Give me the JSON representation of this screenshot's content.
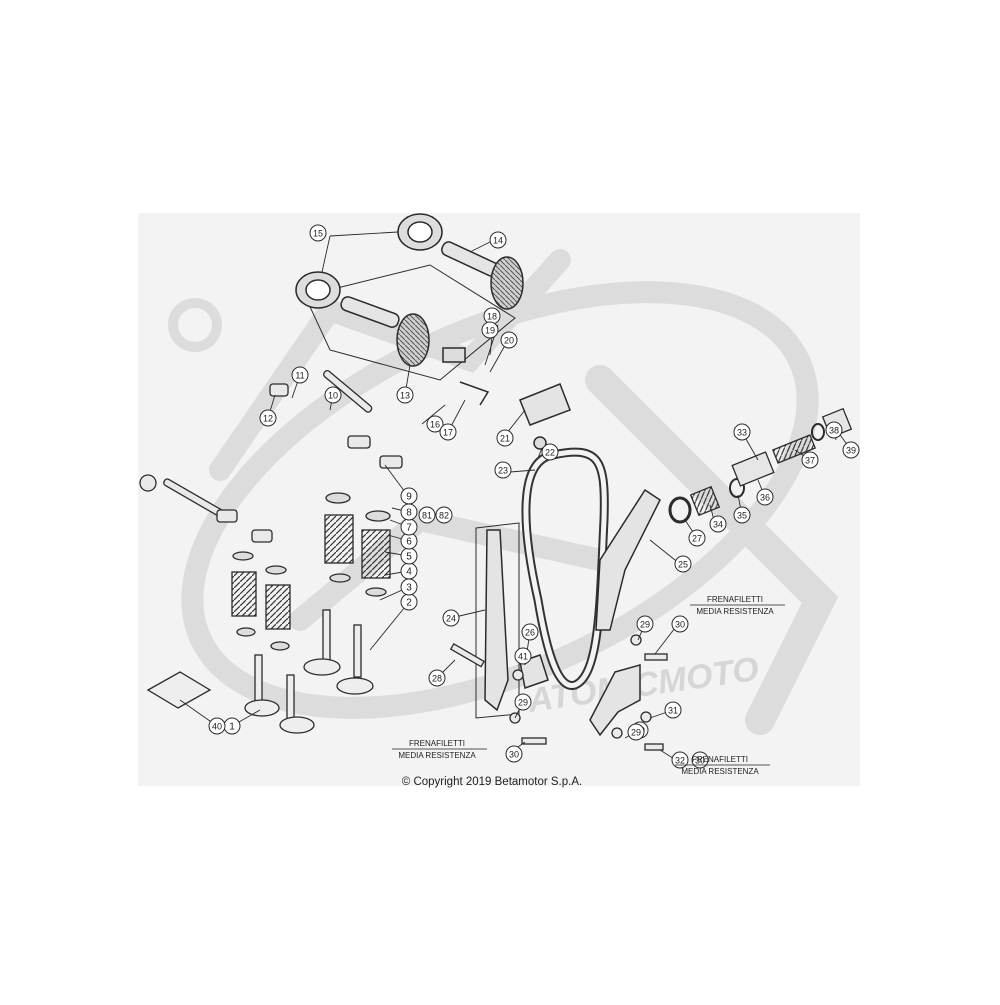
{
  "diagram": {
    "part_numbers": [
      "1",
      "2",
      "3",
      "4",
      "5",
      "6",
      "7",
      "8",
      "9",
      "10",
      "11",
      "12",
      "13",
      "14",
      "15",
      "16",
      "17",
      "18",
      "19",
      "20",
      "21",
      "22",
      "23",
      "24",
      "25",
      "26",
      "27",
      "28",
      "29",
      "29",
      "29",
      "29",
      "30",
      "30",
      "30",
      "31",
      "32",
      "33",
      "34",
      "35",
      "36",
      "37",
      "38",
      "39",
      "40",
      "41",
      "81",
      "82"
    ],
    "notes": [
      {
        "line1": "FRENAFILETTI",
        "line2": "MEDIA RESISTENZA"
      },
      {
        "line1": "FRENAFILETTI",
        "line2": "MEDIA RESISTENZA"
      },
      {
        "line1": "FRENAFILETTI",
        "line2": "MEDIA RESISTENZA"
      }
    ],
    "copyright": "© Copyright 2019 Betamotor S.p.A.",
    "watermark": "ATOMICMOTO",
    "colors": {
      "line": "#2b2b2b",
      "watermark": "#d9d9d9",
      "panel": "#f3f3f3"
    }
  }
}
